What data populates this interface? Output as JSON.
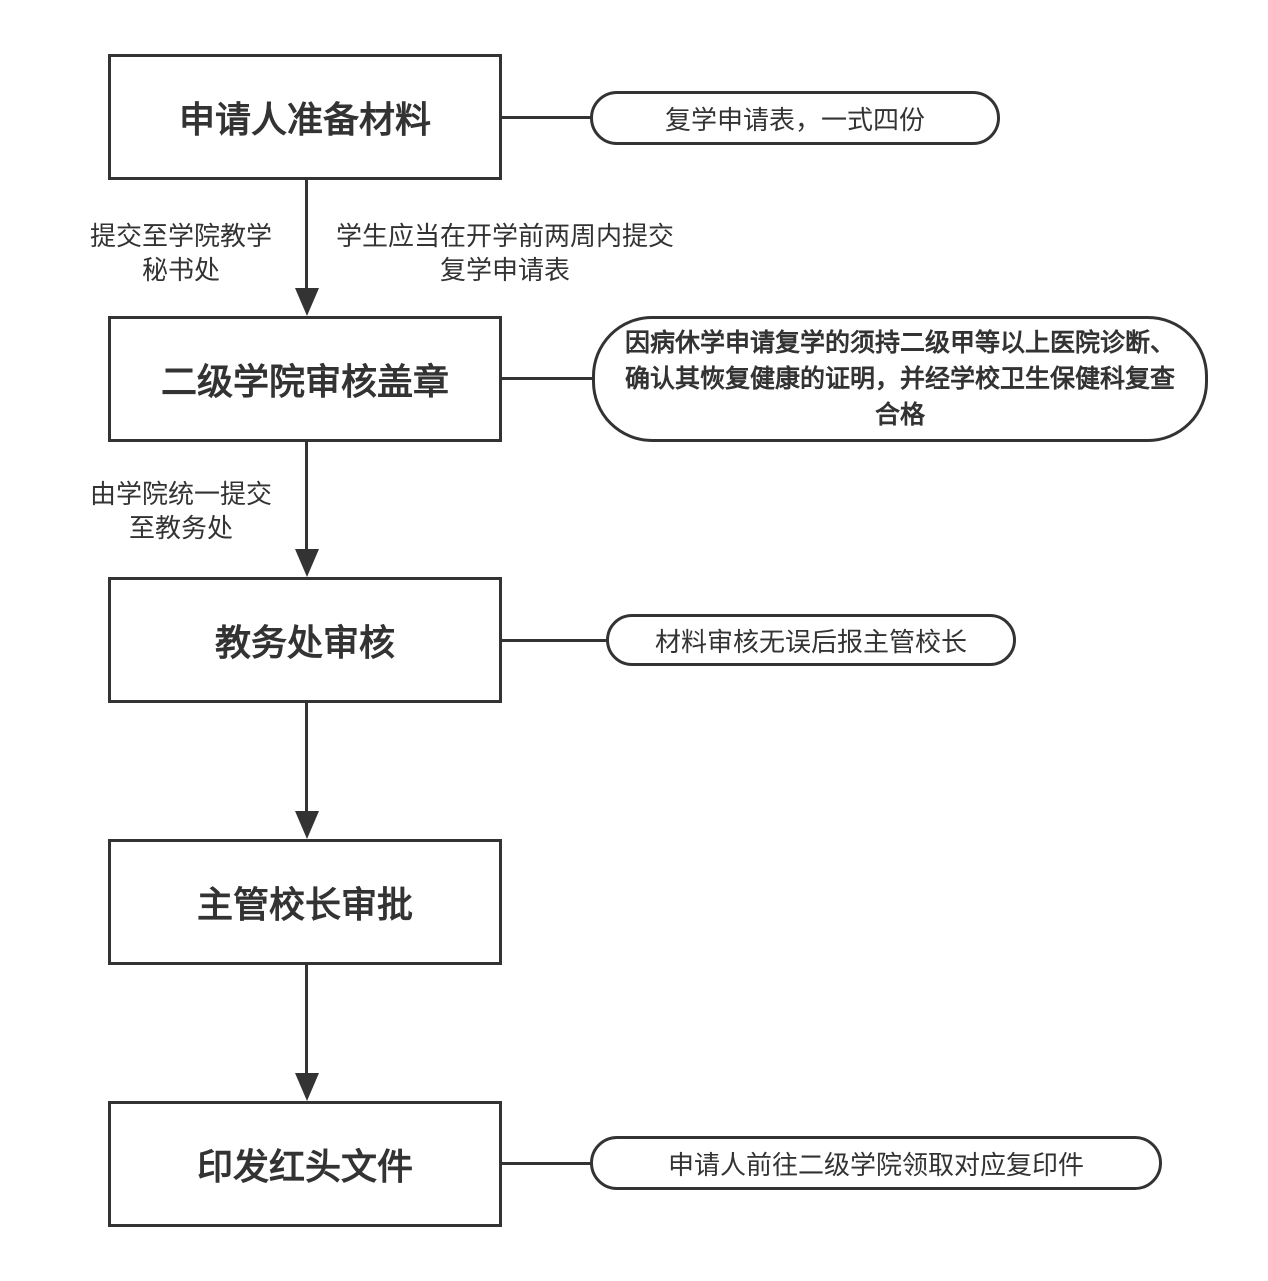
{
  "steps": [
    {
      "label": "申请人准备材料"
    },
    {
      "label": "二级学院审核盖章"
    },
    {
      "label": "教务处审核"
    },
    {
      "label": "主管校长审批"
    },
    {
      "label": "印发红头文件"
    }
  ],
  "notes": {
    "step1": "复学申请表，一式四份",
    "step2": "因病休学申请复学的须持二级甲等以上医院诊断、确认其恢复健康的证明，并经学校卫生保健科复查合格",
    "step3": "材料审核无误后报主管校长",
    "step5": "申请人前往二级学院领取对应复印件"
  },
  "edge_labels": {
    "e1_left": "提交至学院教学秘书处",
    "e1_right": "学生应当在开学前两周内提交复学申请表",
    "e2_left": "由学院统一提交至教务处"
  }
}
